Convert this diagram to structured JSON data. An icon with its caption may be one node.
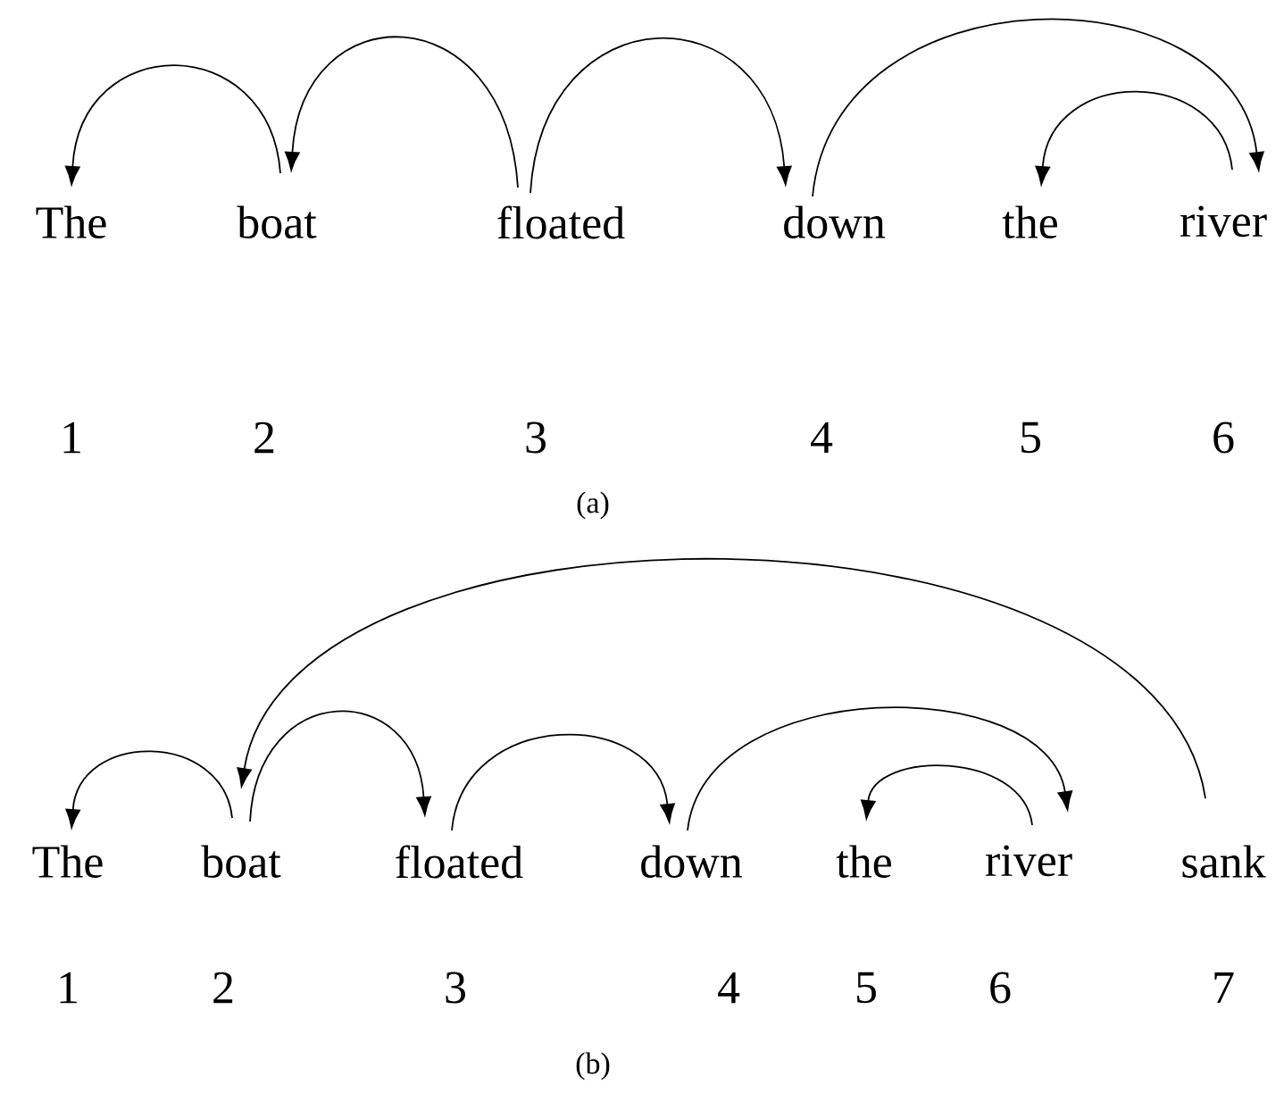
{
  "diagram": {
    "nodes": [
      {
        "text": [
          "The"
        ]
      },
      {
        "text": [
          "boat"
        ]
      },
      {
        "text": [
          "floated"
        ]
      },
      {
        "text": [
          "down"
        ]
      },
      {
        "text": [
          "the"
        ]
      },
      {
        "text": [
          "river"
        ]
      },
      {
        "text": [
          "The"
        ]
      },
      {
        "text": [
          "boat"
        ]
      },
      {
        "text": [
          "floated"
        ]
      },
      {
        "text": [
          "down"
        ]
      },
      {
        "text": [
          "the"
        ]
      },
      {
        "text": [
          "river"
        ]
      },
      {
        "text": [
          "sank"
        ]
      }
    ],
    "edges": [
      {
        "from": 1,
        "to": 0,
        "arrow": "to"
      },
      {
        "from": 2,
        "to": 1,
        "arrow": "to"
      },
      {
        "from": 2,
        "to": 3,
        "arrow": "to"
      },
      {
        "from": 3,
        "to": 5,
        "arrow": "to"
      },
      {
        "from": 5,
        "to": 4,
        "arrow": "to"
      },
      {
        "from": 7,
        "to": 6,
        "arrow": "to"
      },
      {
        "from": 12,
        "to": 7,
        "arrow": "to"
      },
      {
        "from": 7,
        "to": 8,
        "arrow": "to"
      },
      {
        "from": 8,
        "to": 9,
        "arrow": "to"
      },
      {
        "from": 9,
        "to": 11,
        "arrow": "to"
      },
      {
        "from": 11,
        "to": 10,
        "arrow": "to"
      }
    ],
    "labels": [
      "1",
      "2",
      "3",
      "4",
      "5",
      "6",
      "(a)",
      "1",
      "2",
      "3",
      "4",
      "5",
      "6",
      "7",
      "(b)"
    ]
  }
}
